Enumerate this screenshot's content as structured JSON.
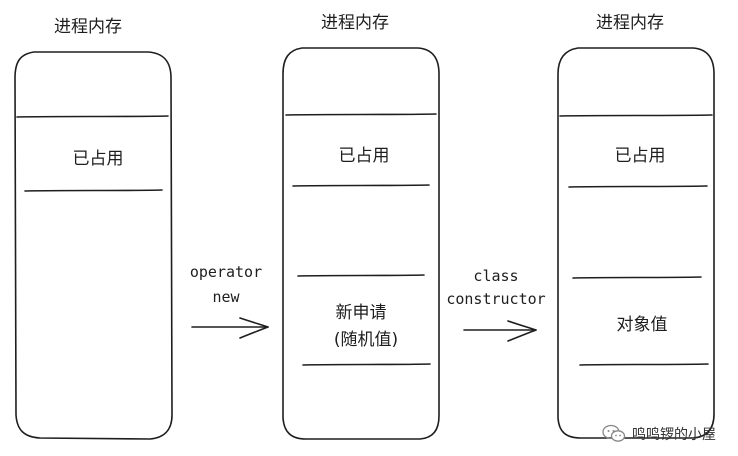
{
  "columns": [
    {
      "title": "进程内存",
      "occupied_label": "已占用"
    },
    {
      "title": "进程内存",
      "occupied_label": "已占用",
      "new_block_line1": "新申请",
      "new_block_line2": "(随机值)"
    },
    {
      "title": "进程内存",
      "occupied_label": "已占用",
      "object_label": "对象值"
    }
  ],
  "arrows": [
    {
      "line1": "operator",
      "line2": "new"
    },
    {
      "line1": "class",
      "line2": "constructor"
    }
  ],
  "watermark": {
    "text": "鸣鸣锣的小屋",
    "icon": "wechat-icon"
  }
}
